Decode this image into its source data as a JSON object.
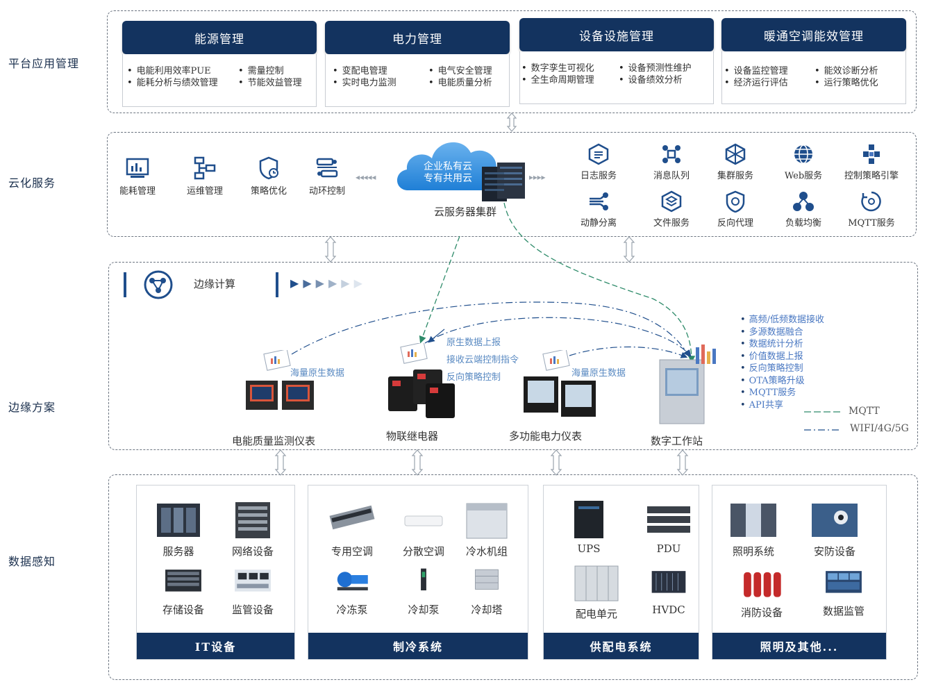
{
  "layers": {
    "platform": "平台应用管理",
    "cloud": "云化服务",
    "edge": "边缘方案",
    "data": "数据感知"
  },
  "platform_cards": [
    {
      "title": "能源管理",
      "col1": [
        "电能利用效率PUE",
        "能耗分析与绩效管理"
      ],
      "col2": [
        "需量控制",
        "节能效益管理"
      ]
    },
    {
      "title": "电力管理",
      "col1": [
        "变配电管理",
        "实时电力监测"
      ],
      "col2": [
        "电气安全管理",
        "电能质量分析"
      ]
    },
    {
      "title": "设备设施管理",
      "col1": [
        "数字孪生可视化",
        "全生命周期管理"
      ],
      "col2": [
        "设备预测性维护",
        "设备绩效分析"
      ]
    },
    {
      "title": "暖通空调能效管理",
      "col1": [
        "设备监控管理",
        "经济运行评估"
      ],
      "col2": [
        "能效诊断分析",
        "运行策略优化"
      ]
    }
  ],
  "cloud": {
    "left_services": [
      {
        "label": "能耗管理",
        "icon": "bar-chart-icon"
      },
      {
        "label": "运维管理",
        "icon": "flow-icon"
      },
      {
        "label": "策略优化",
        "icon": "shield-clock-icon"
      },
      {
        "label": "动环控制",
        "icon": "switch-icon"
      }
    ],
    "cloud_text": [
      "企业私有云",
      "专有共用云"
    ],
    "cluster_label": "云服务器集群",
    "right_services_row1": [
      {
        "label": "日志服务",
        "icon": "log-icon"
      },
      {
        "label": "消息队列",
        "icon": "queue-icon"
      },
      {
        "label": "集群服务",
        "icon": "cluster-icon"
      },
      {
        "label": "Web服务",
        "icon": "globe-icon"
      },
      {
        "label": "控制策略引擎",
        "icon": "engine-icon"
      }
    ],
    "right_services_row2": [
      {
        "label": "动静分离",
        "icon": "split-icon"
      },
      {
        "label": "文件服务",
        "icon": "file-icon"
      },
      {
        "label": "反向代理",
        "icon": "proxy-icon"
      },
      {
        "label": "负载均衡",
        "icon": "balance-icon"
      },
      {
        "label": "MQTT服务",
        "icon": "mqtt-icon"
      }
    ]
  },
  "edge": {
    "title": "边缘计算",
    "devices": [
      "电能质量监测仪表",
      "物联继电器",
      "多功能电力仪表",
      "数字工作站"
    ],
    "notes": {
      "raw1": "海量原生数据",
      "raw2": "海量原生数据",
      "relay_notes": [
        "原生数据上报",
        "接收云端控制指令",
        "反向策略控制"
      ]
    },
    "workstation_features": [
      "高频/低频数据接收",
      "多源数据融合",
      "数据统计分析",
      "价值数据上报",
      "反向策略控制",
      "OTA策略升级",
      "MQTT服务",
      "API共享"
    ],
    "legend": {
      "mqtt": "MQTT",
      "wifi": "WIFI/4G/5G"
    }
  },
  "data_groups": [
    {
      "footer": "IT设备",
      "items": [
        "服务器",
        "网络设备",
        "存储设备",
        "监管设备"
      ]
    },
    {
      "footer": "制冷系统",
      "items": [
        "专用空调",
        "分散空调",
        "冷水机组",
        "冷冻泵",
        "冷却泵",
        "冷却塔"
      ]
    },
    {
      "footer": "供配电系统",
      "items": [
        "UPS",
        "PDU",
        "配电单元",
        "HVDC"
      ]
    },
    {
      "footer": "照明及其他...",
      "items": [
        "照明系统",
        "安防设备",
        "消防设备",
        "数据监管"
      ]
    }
  ],
  "colors": {
    "navy": "#13335f",
    "accent_blue": "#4a78c2",
    "link_green": "#2e8b6a"
  }
}
